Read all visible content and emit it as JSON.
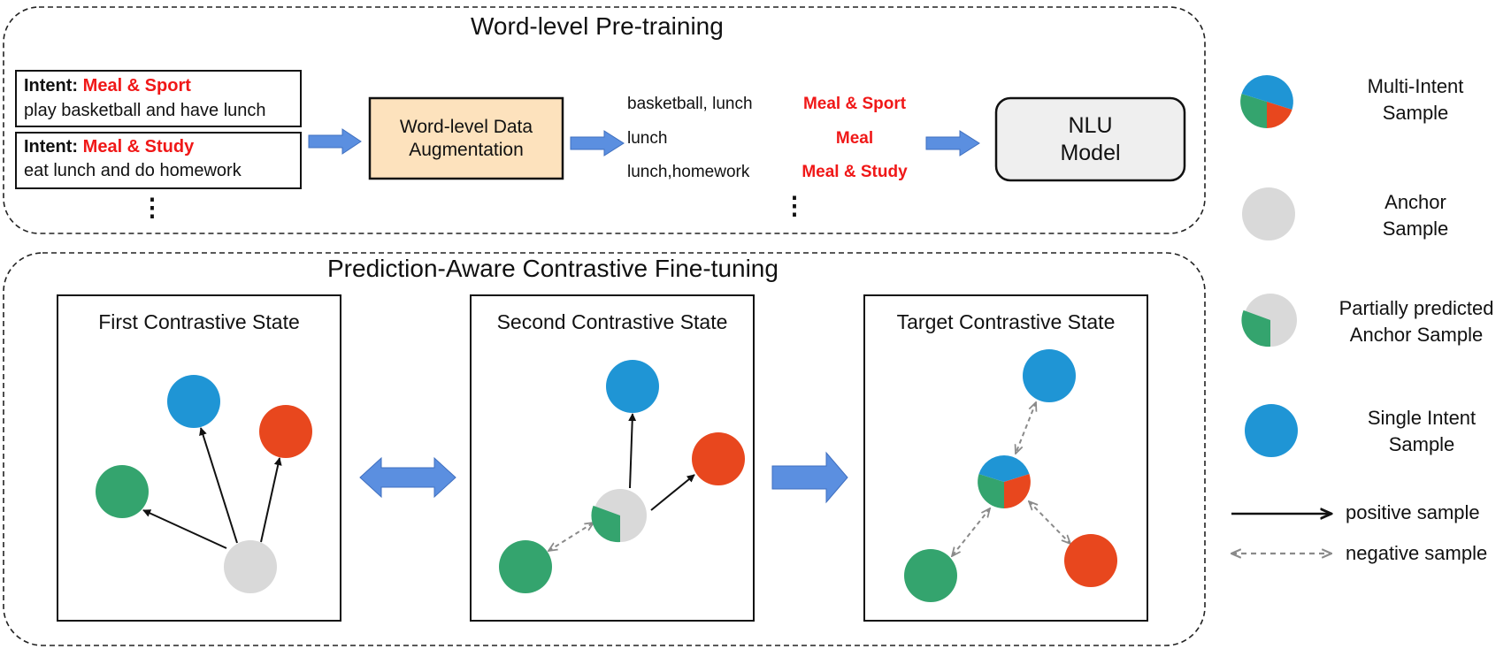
{
  "pretraining": {
    "title": "Word-level Pre-training",
    "examples": [
      {
        "intent_prefix": "Intent:",
        "intent": "Meal & Sport",
        "utterance": "play basketball and have lunch"
      },
      {
        "intent_prefix": "Intent:",
        "intent": "Meal & Study",
        "utterance": "eat lunch and do homework"
      }
    ],
    "augmentation_box": {
      "line1": "Word-level Data",
      "line2": "Augmentation"
    },
    "augmented_pairs": [
      {
        "words": "basketball, lunch",
        "label": "Meal & Sport"
      },
      {
        "words": "lunch",
        "label": "Meal"
      },
      {
        "words": "lunch,homework",
        "label": "Meal & Study"
      }
    ],
    "model_box": {
      "line1": "NLU",
      "line2": "Model"
    }
  },
  "finetuning": {
    "title": "Prediction-Aware Contrastive Fine-tuning",
    "states": [
      {
        "title": "First Contrastive State"
      },
      {
        "title": "Second Contrastive State"
      },
      {
        "title": "Target Contrastive State"
      }
    ]
  },
  "legend": {
    "multi_intent": {
      "line1": "Multi-Intent",
      "line2": "Sample"
    },
    "anchor": {
      "line1": "Anchor",
      "line2": "Sample"
    },
    "partial": {
      "line1": "Partially predicted",
      "line2": "Anchor Sample"
    },
    "single": {
      "line1": "Single Intent",
      "line2": "Sample"
    },
    "positive": "positive sample",
    "negative": "negative sample"
  },
  "colors": {
    "blue": "#1f95d5",
    "red": "#e8471e",
    "green": "#34a46e",
    "anchor_gray": "#d9d9d9",
    "arrow_blue": "#5b8fe0",
    "aug_box_fill": "#fde2bd",
    "nlu_box_fill": "#efefef",
    "negative_arrow": "#8a8a8a"
  },
  "icons": {
    "ellipsis": "⋮"
  }
}
